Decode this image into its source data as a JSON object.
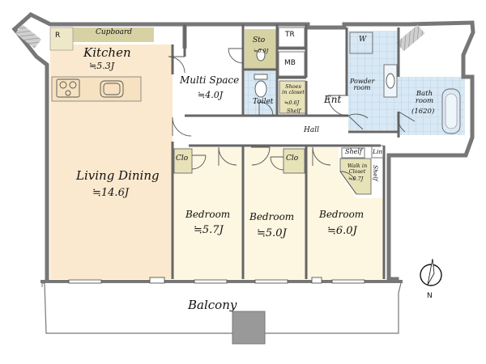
{
  "rooms": {
    "kitchen": {
      "name": "Kitchen",
      "area": "≒5.3J"
    },
    "cupboard": {
      "name": "Cupboard"
    },
    "refrigerator": {
      "mark": "R"
    },
    "living": {
      "name": "Living Dining",
      "area": "≒14.6J"
    },
    "multi": {
      "name": "Multi Space",
      "area": "≒4.0J"
    },
    "storage": {
      "name": "Sto",
      "area": "≒0.9J"
    },
    "tr": {
      "name": "TR"
    },
    "mb": {
      "name": "MB"
    },
    "toilet": {
      "name": "Toilet"
    },
    "shoes": {
      "name": "Shoes in closet",
      "area": "≒0.6J",
      "shelf": "Shelf"
    },
    "entrance": {
      "name": "Ent"
    },
    "hall": {
      "name": "Hall"
    },
    "washer": {
      "mark": "W"
    },
    "powder": {
      "name": "Powder room"
    },
    "bath": {
      "name": "Bath room",
      "size": "(1620)"
    },
    "bedroom1": {
      "name": "Bedroom",
      "area": "≒5.7J",
      "closet": "Clo"
    },
    "bedroom2": {
      "name": "Bedroom",
      "area": "≒5.0J",
      "closet": "Clo"
    },
    "bedroom3": {
      "name": "Bedroom",
      "area": "≒6.0J"
    },
    "walkin": {
      "name": "Walk in Closet",
      "area": "≒0.7J",
      "shelf_a": "Shelf",
      "shelf_b": "Shelf",
      "linen": "Lin"
    },
    "balcony": {
      "name": "Balcony"
    }
  },
  "compass": {
    "north": "N"
  },
  "colors": {
    "wall": "#888888",
    "wall_dark": "#666666",
    "living_floor": "#fbe9cf",
    "bedroom_floor": "#fdf6e0",
    "closet_floor": "#e8e2b8",
    "storage_fill": "#d7d2a4",
    "wet_tile": "#d8e8f4",
    "bath_fill": "#dce9f5"
  }
}
